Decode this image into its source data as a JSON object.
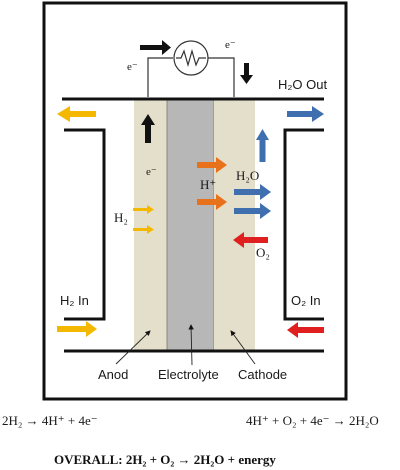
{
  "labels": {
    "h2o_out": "H₂O Out",
    "h2_in": "H₂ In",
    "o2_in": "O₂ In",
    "anode": "Anod",
    "electrolyte": "Electrolyte",
    "cathode": "Cathode",
    "h2_anode": "H₂",
    "h_plus": "H⁺",
    "h2o_cathode": "H₂O",
    "o2_cathode": "O₂",
    "electron": "e⁻"
  },
  "equations": {
    "anode_reaction": "2H₂ → 4H⁺ + 4e⁻",
    "cathode_reaction": "4H⁺ + O₂ + 4e⁻ → 2H₂O",
    "overall": "OVERALL:  2H₂ + O₂ → 2H₂O + energy"
  },
  "colors": {
    "hydrogen_arrow": "#f5b800",
    "oxygen_arrow": "#e02020",
    "proton_arrow": "#e8721c",
    "water_arrow": "#3f6fae",
    "electron_arrow": "#111111",
    "electrode_fill": "#e4dfca",
    "electrolyte_fill": "#b7b7b7"
  }
}
